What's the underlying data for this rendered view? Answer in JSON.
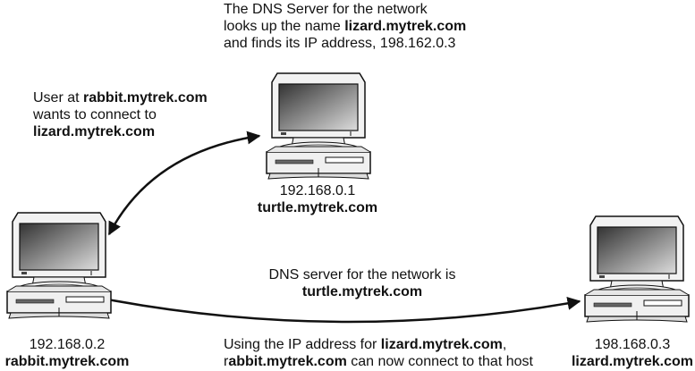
{
  "dns_note": {
    "line1": "The DNS Server for the network",
    "line2_prefix": "looks up the name ",
    "line2_bold": "lizard.mytrek.com",
    "line3": "and finds its IP address, 198.162.0.3"
  },
  "user_note": {
    "line1_prefix": "User at ",
    "line1_bold": "rabbit.mytrek.com",
    "line2": "wants to connect to",
    "line3_bold": "lizard.mytrek.com"
  },
  "server_note": {
    "line1": "DNS server for the network is",
    "line2_bold": "turtle.mytrek.com"
  },
  "connect_note": {
    "line1_prefix": "Using the IP address for ",
    "line1_bold": "lizard.mytrek.com",
    "line1_suffix": ",",
    "line2_plain": "r",
    "line2_bold": "abbit.mytrek.com",
    "line2_suffix": " can now connect to that host"
  },
  "hosts": [
    {
      "ip": "192.168.0.1",
      "name": "turtle.mytrek.com"
    },
    {
      "ip": "192.168.0.2",
      "name": "rabbit.mytrek.com"
    },
    {
      "ip": "198.168.0.3",
      "name": "lizard.mytrek.com"
    }
  ],
  "icons": {
    "computer": "desktop-computer-icon",
    "arrow": "double-arrow"
  }
}
